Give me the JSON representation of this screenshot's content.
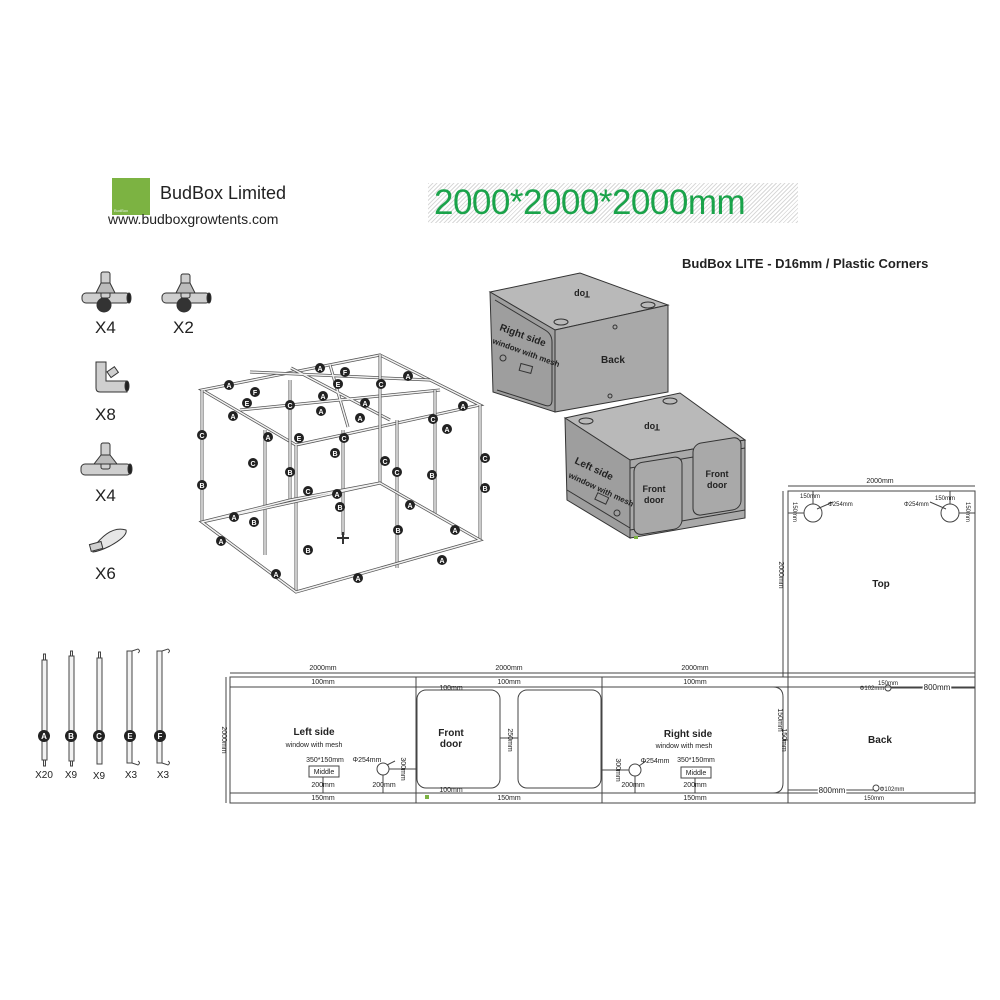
{
  "header": {
    "brand_name": "BudBox Limited",
    "logo_text": "BudBox",
    "website": "www.budboxgrowtents.com",
    "size_title": "2000*2000*2000mm",
    "model_title": "BudBox LITE - D16mm / Plastic Corners",
    "accent_color": "#1aa34a",
    "logo_color": "#7cb342"
  },
  "corner_parts": [
    {
      "icon": "4-way-corner-connector",
      "qty": "X4"
    },
    {
      "icon": "5-way-corner-connector",
      "qty": "X2"
    },
    {
      "icon": "elbow-connector",
      "qty": "X8"
    },
    {
      "icon": "t-connector",
      "qty": "X4"
    },
    {
      "icon": "strap-clip",
      "qty": "X6"
    }
  ],
  "poles": [
    {
      "letter": "A",
      "qty": "X20"
    },
    {
      "letter": "B",
      "qty": "X9"
    },
    {
      "letter": "C",
      "qty": "X9"
    },
    {
      "letter": "E",
      "qty": "X3"
    },
    {
      "letter": "F",
      "qty": "X3"
    }
  ],
  "tent_3d": {
    "back_view": {
      "top": "Top",
      "side": "Right side",
      "side_sub": "window with mesh",
      "back": "Back"
    },
    "front_view": {
      "top": "Top",
      "side": "Left side",
      "side_sub": "window with mesh",
      "door1": "Front",
      "door1b": "door",
      "door2": "Front",
      "door2b": "door"
    }
  },
  "top_panel": {
    "label": "Top",
    "width": "2000mm",
    "height": "2000mm",
    "hole_offset_x": "150mm",
    "hole_offset_y": "150mm",
    "hole_diameter": "Φ254mm"
  },
  "flat_panels": {
    "left": {
      "width": "2000mm",
      "height": "2000mm",
      "top_margin": "100mm",
      "bottom_margin": "150mm",
      "title": "Left side",
      "subtitle": "window with mesh",
      "window_size": "350*150mm",
      "window_label": "Middle",
      "window_offset": "200mm",
      "hole_diameter": "Φ254mm",
      "hole_offset_bottom": "200mm",
      "hole_offset_side": "300mm"
    },
    "front": {
      "width": "2000mm",
      "top_margin": "100mm",
      "door_top": "100mm",
      "door_bottom": "100mm",
      "bottom_margin": "150mm",
      "door_gap": "250mm",
      "title": "Front",
      "title2": "door"
    },
    "right": {
      "width": "2000mm",
      "top_margin": "100mm",
      "bottom_margin": "150mm",
      "side_margin": "150mm",
      "title": "Right side",
      "subtitle": "window with mesh",
      "window_size": "350*150mm",
      "window_label": "Middle",
      "window_offset": "200mm",
      "hole_diameter": "Φ254mm",
      "hole_offset_bottom": "200mm",
      "hole_offset_side": "300mm"
    },
    "back": {
      "title": "Back",
      "side_margin": "150mm",
      "top_vent_diameter": "Φ102mm",
      "top_vent_offset": "150mm",
      "top_vent_side": "800mm",
      "bottom_vent_diameter": "Φ102mm",
      "bottom_vent_offset": "150mm",
      "bottom_vent_side": "800mm"
    }
  },
  "frame_labels": [
    "A",
    "B",
    "C",
    "E",
    "F"
  ]
}
